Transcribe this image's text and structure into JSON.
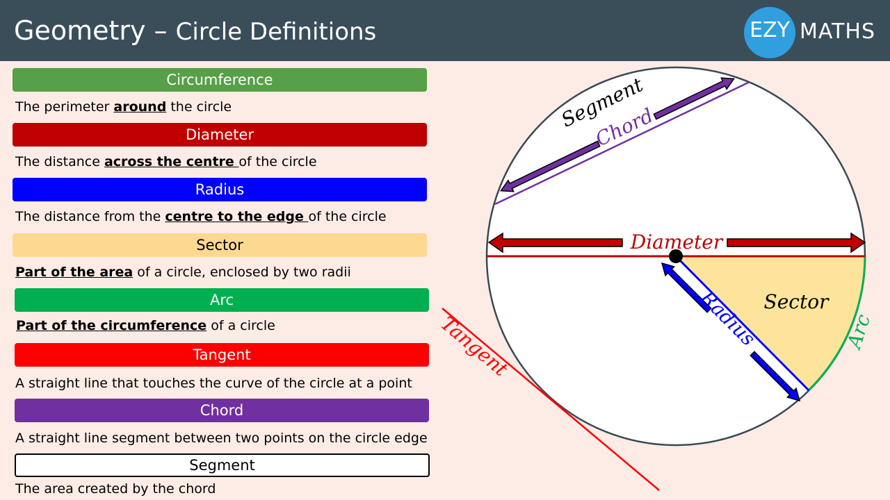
{
  "header": {
    "title_main": "Geometry – ",
    "title_sub": "Circle Definitions",
    "logo_ezy": "EZY",
    "logo_maths": "MATHS"
  },
  "definitions": [
    {
      "term": "Circumference",
      "color": "#56a047",
      "parts": [
        {
          "text": "The perimeter ",
          "u": false
        },
        {
          "text": "around",
          "u": true
        },
        {
          "text": " the circle",
          "u": false
        }
      ]
    },
    {
      "term": "Diameter",
      "color": "#c00000",
      "parts": [
        {
          "text": "The distance ",
          "u": false
        },
        {
          "text": "across the centre ",
          "u": true
        },
        {
          "text": "of the circle",
          "u": false
        }
      ]
    },
    {
      "term": "Radius",
      "color": "#0000ff",
      "parts": [
        {
          "text": "The distance from the ",
          "u": false
        },
        {
          "text": "centre to the edge ",
          "u": true
        },
        {
          "text": "of the circle",
          "u": false
        }
      ]
    },
    {
      "term": "Sector",
      "color": "#fdd890",
      "parts": [
        {
          "text": "Part of the area",
          "u": true
        },
        {
          "text": " of a circle, enclosed by two radii",
          "u": false
        }
      ]
    },
    {
      "term": "Arc",
      "color": "#00b050",
      "parts": [
        {
          "text": "Part of the circumference",
          "u": true
        },
        {
          "text": " of a circle",
          "u": false
        }
      ]
    },
    {
      "term": "Tangent",
      "color": "#ff0000",
      "parts": [
        {
          "text": "A straight line that touches the curve of the circle at a point",
          "u": false
        }
      ]
    },
    {
      "term": "Chord",
      "color": "#7030a0",
      "parts": [
        {
          "text": "A straight line segment between two points on the circle edge",
          "u": false
        }
      ]
    },
    {
      "term": "Segment",
      "color": "#ffffff",
      "parts": [
        {
          "text": "The area created by the chord",
          "u": false
        }
      ]
    }
  ],
  "diagram": {
    "segment": "Segment",
    "chord": "Chord",
    "diameter": "Diameter",
    "radius": "Radius",
    "sector": "Sector",
    "arc": "Arc",
    "tangent": "Tangent"
  },
  "colors": {
    "background": "#fdece6",
    "header": "#3a4e5a",
    "logo": "#2f9fe0",
    "circle_outline": "#3a4a52",
    "diameter": "#c00000",
    "radius": "#0000ff",
    "sector_fill": "#fde49a",
    "arc": "#00b050",
    "chord": "#7030a0",
    "tangent": "#ff0000"
  }
}
